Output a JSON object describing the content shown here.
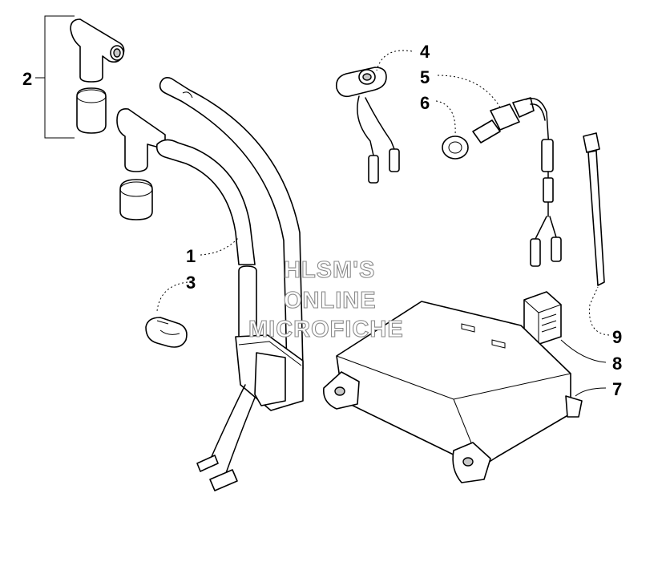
{
  "callouts": {
    "part_1": "1",
    "part_2": "2",
    "part_3": "3",
    "part_4": "4",
    "part_5": "5",
    "part_6": "6",
    "part_7": "7",
    "part_8": "8",
    "part_9": "9"
  },
  "watermark": {
    "line1": "HLSM'S",
    "line2": "ONLINE",
    "line3": "MICROFICHE"
  }
}
